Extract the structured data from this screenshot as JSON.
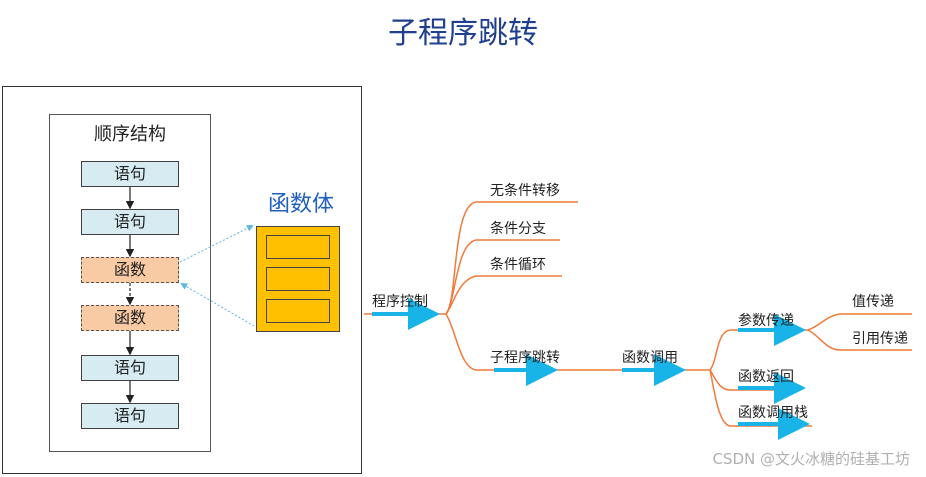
{
  "title": "子程序跳转",
  "sequence": {
    "title": "顺序结构",
    "blocks": [
      "语句",
      "语句",
      "函数",
      "函数",
      "语句",
      "语句"
    ]
  },
  "function_body": {
    "label": "函数体"
  },
  "mindmap": {
    "root": "程序控制",
    "branches": [
      "无条件转移",
      "条件分支",
      "条件循环",
      "子程序跳转"
    ],
    "subroutine": {
      "child": "函数调用",
      "call_children": [
        "参数传递",
        "函数返回",
        "函数调用栈"
      ],
      "param_children": [
        "值传递",
        "引用传递"
      ]
    }
  },
  "watermark": "CSDN @文火冰糖的硅基工坊",
  "colors": {
    "title": "#1f3f8f",
    "statement_fill": "#d6ebf2",
    "function_fill": "#f8cba4",
    "function_body_fill": "#ffc000",
    "branch_line": "#f07a3c",
    "highlight_arrow": "#18b4e8"
  }
}
